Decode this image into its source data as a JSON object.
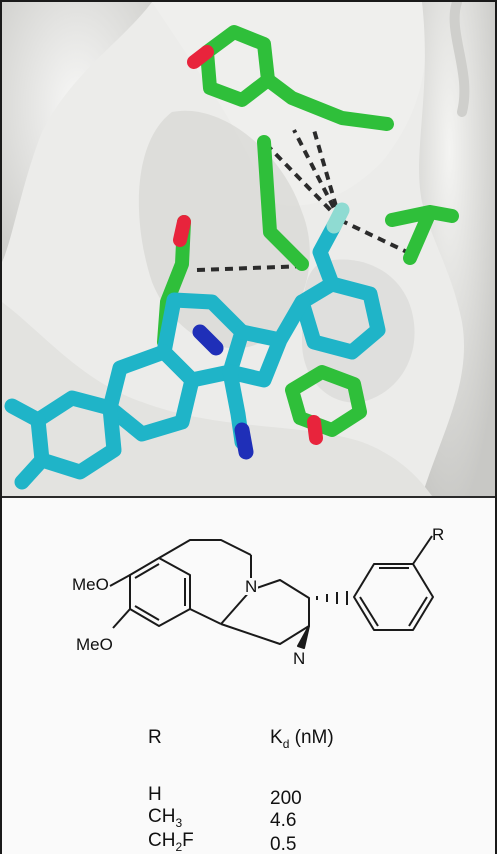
{
  "structure": {
    "substituents": {
      "methoxy_top": "MeO",
      "methoxy_bottom": "MeO",
      "ring_nitrogen": "N",
      "amine_nitrogen": "N",
      "aryl_substituent": "R"
    }
  },
  "table": {
    "headers": {
      "r": "R",
      "kd_main": "K",
      "kd_sub": "d",
      "kd_unit": "(nM)"
    },
    "rows": [
      {
        "r_main": "H",
        "r_sub": "",
        "r_tail": "",
        "kd": "200"
      },
      {
        "r_main": "CH",
        "r_sub": "3",
        "r_tail": "",
        "kd": "4.6"
      },
      {
        "r_main": "CH",
        "r_sub": "2",
        "r_tail": "F",
        "kd": "0.5"
      }
    ]
  },
  "colors": {
    "ligand_carbon": "#1fb4c8",
    "protein_carbon": "#2fbf3a",
    "oxygen": "#e8243c",
    "nitrogen": "#1f2fb8",
    "fluorine": "#8fdbd2",
    "contact_lines": "#2b2b2b",
    "surface": "#e7e7e5"
  }
}
